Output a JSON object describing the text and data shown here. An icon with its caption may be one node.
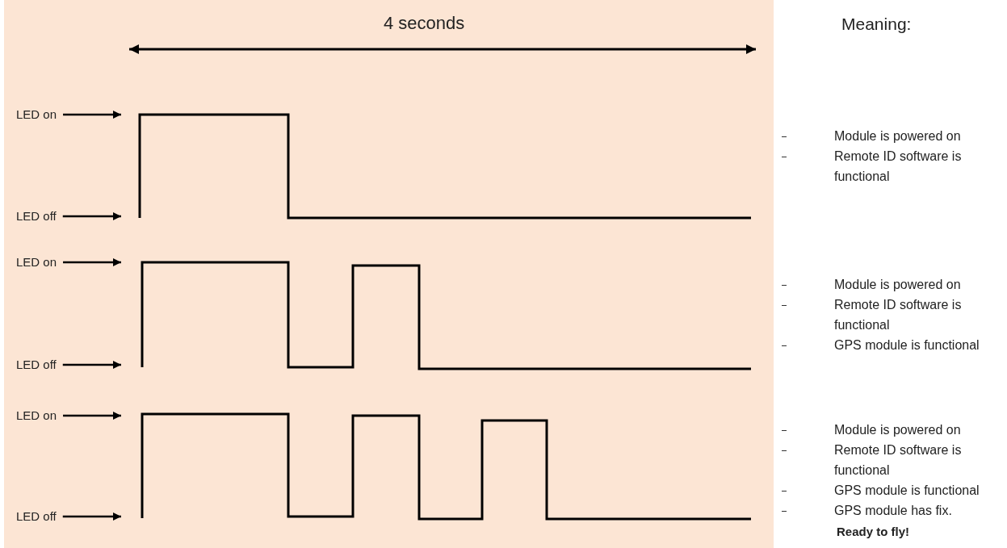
{
  "diagram": {
    "nodes": [
      {
        "text": [
          "LED on"
        ]
      },
      {
        "text": [
          "LED off"
        ]
      },
      {
        "text": [
          "LED on"
        ]
      },
      {
        "text": [
          "LED off"
        ]
      },
      {
        "text": [
          "LED on"
        ]
      },
      {
        "text": [
          "LED off"
        ]
      }
    ],
    "edges": [
      {
        "from": 0,
        "to": null,
        "arrow": "to"
      },
      {
        "from": 1,
        "to": null,
        "arrow": "to"
      },
      {
        "from": 2,
        "to": null,
        "arrow": "to"
      },
      {
        "from": 3,
        "to": null,
        "arrow": "to"
      },
      {
        "from": 4,
        "to": null,
        "arrow": "to"
      },
      {
        "from": 5,
        "to": null,
        "arrow": "to"
      }
    ],
    "labels": [
      "4 seconds",
      "Meaning:",
      "Module is powered on",
      "Remote ID software is functional",
      "Module is powered on",
      "Remote ID software is functional",
      "GPS module is functional",
      "Module is powered on",
      "Remote ID software is functional",
      "GPS module is functional",
      "GPS module has fix.",
      "Ready to fly!"
    ]
  }
}
